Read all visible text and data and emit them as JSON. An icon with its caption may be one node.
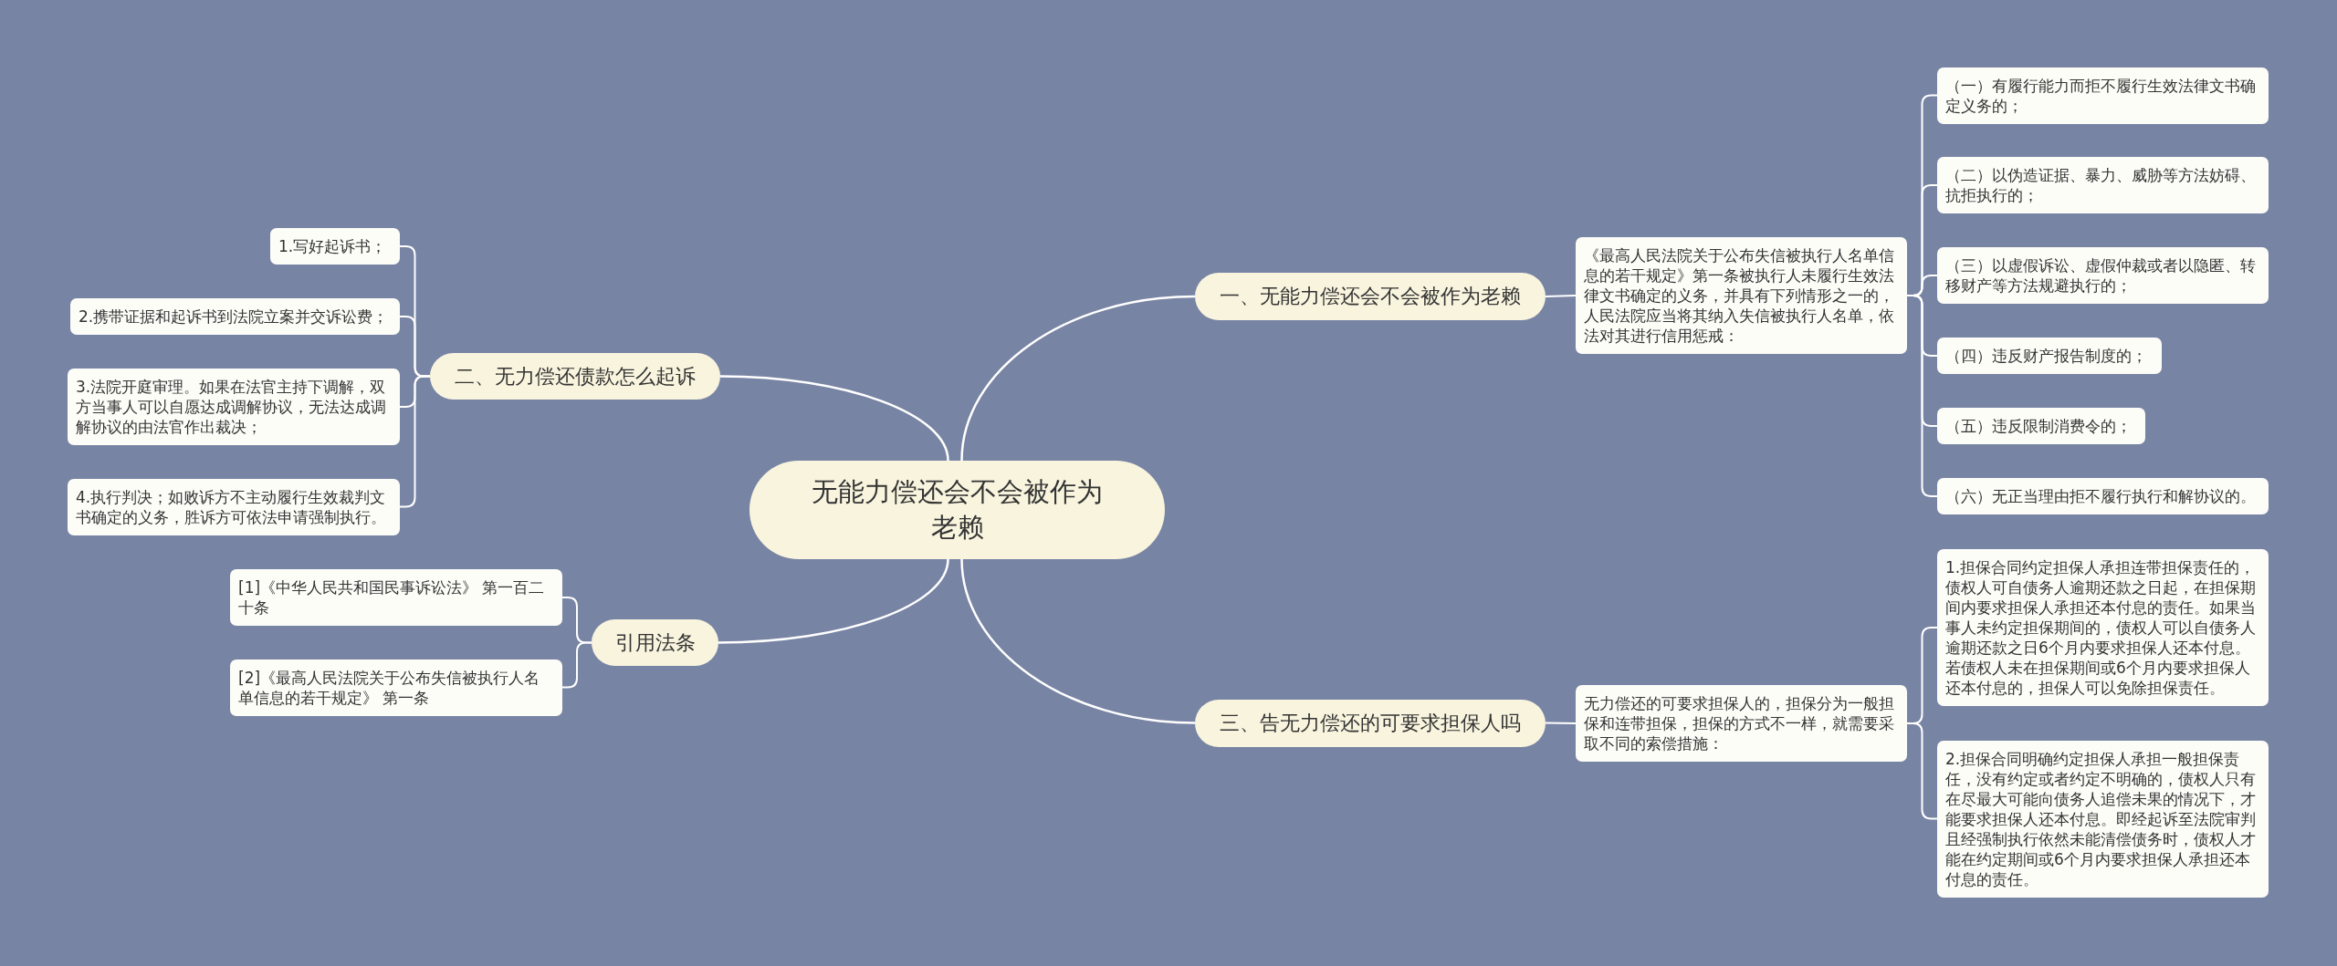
{
  "diagram": {
    "nodes": [
      {
        "text": [
          "无能力偿还会不会被作为老赖"
        ]
      },
      {
        "text": [
          "一、无能力偿还会不会被作为老赖"
        ]
      },
      {
        "text": [
          "《最高人民法院关于公布失信被执行人名单信息的若干规定》第一条被执行人未履行生效法律文书确定的义务，并具有下列情形之一的，人民法院应当将其纳入失信被执行人名单，依法对其进行信用惩戒："
        ]
      },
      {
        "text": [
          "（一）有履行能力而拒不履行生效法律文书确定义务的；"
        ]
      },
      {
        "text": [
          "（二）以伪造证据、暴力、威胁等方法妨碍、抗拒执行的；"
        ]
      },
      {
        "text": [
          "（三）以虚假诉讼、虚假仲裁或者以隐匿、转移财产等方法规避执行的；"
        ]
      },
      {
        "text": [
          "（四）违反财产报告制度的；"
        ]
      },
      {
        "text": [
          "（五）违反限制消费令的；"
        ]
      },
      {
        "text": [
          "（六）无正当理由拒不履行执行和解协议的。"
        ]
      },
      {
        "text": [
          "二、无力偿还债款怎么起诉"
        ]
      },
      {
        "text": [
          "1.写好起诉书；"
        ]
      },
      {
        "text": [
          "2.携带证据和起诉书到法院立案并交诉讼费；"
        ]
      },
      {
        "text": [
          "3.法院开庭审理。如果在法官主持下调解，双方当事人可以自愿达成调解协议，无法达成调解协议的由法官作出裁决；"
        ]
      },
      {
        "text": [
          "4.执行判决；如败诉方不主动履行生效裁判文书确定的义务，胜诉方可依法申请强制执行。"
        ]
      },
      {
        "text": [
          "引用法条"
        ]
      },
      {
        "text": [
          "[1]《中华人民共和国民事诉讼法》 第一百二十条"
        ]
      },
      {
        "text": [
          "[2]《最高人民法院关于公布失信被执行人名单信息的若干规定》 第一条"
        ]
      },
      {
        "text": [
          "三、告无力偿还的可要求担保人吗"
        ]
      },
      {
        "text": [
          "无力偿还的可要求担保人的，担保分为一般担保和连带担保，担保的方式不一样，就需要采取不同的索偿措施："
        ]
      },
      {
        "text": [
          "1.担保合同约定担保人承担连带担保责任的，债权人可自债务人逾期还款之日起，在担保期间内要求担保人承担还本付息的责任。如果当事人未约定担保期间的，债权人可以自债务人逾期还款之日6个月内要求担保人还本付息。若债权人未在担保期间或6个月内要求担保人还本付息的，担保人可以免除担保责任。"
        ]
      },
      {
        "text": [
          "2.担保合同明确约定担保人承担一般担保责任，没有约定或者约定不明确的，债权人只有在尽最大可能向债务人追偿未果的情况下，才能要求担保人还本付息。即经起诉至法院审判且经强制执行依然未能清偿债务时，债权人才能在约定期间或6个月内要求担保人承担还本付息的责任。"
        ]
      }
    ],
    "edges": [
      {
        "from": 0,
        "to": 1,
        "arrow": "none"
      },
      {
        "from": 1,
        "to": 2,
        "arrow": "none"
      },
      {
        "from": 2,
        "to": 3,
        "arrow": "none"
      },
      {
        "from": 2,
        "to": 4,
        "arrow": "none"
      },
      {
        "from": 2,
        "to": 5,
        "arrow": "none"
      },
      {
        "from": 2,
        "to": 6,
        "arrow": "none"
      },
      {
        "from": 2,
        "to": 7,
        "arrow": "none"
      },
      {
        "from": 2,
        "to": 8,
        "arrow": "none"
      },
      {
        "from": 0,
        "to": 9,
        "arrow": "none"
      },
      {
        "from": 9,
        "to": 10,
        "arrow": "none"
      },
      {
        "from": 9,
        "to": 11,
        "arrow": "none"
      },
      {
        "from": 9,
        "to": 12,
        "arrow": "none"
      },
      {
        "from": 9,
        "to": 13,
        "arrow": "none"
      },
      {
        "from": 0,
        "to": 14,
        "arrow": "none"
      },
      {
        "from": 14,
        "to": 15,
        "arrow": "none"
      },
      {
        "from": 14,
        "to": 16,
        "arrow": "none"
      },
      {
        "from": 0,
        "to": 17,
        "arrow": "none"
      },
      {
        "from": 17,
        "to": 18,
        "arrow": "none"
      },
      {
        "from": 18,
        "to": 19,
        "arrow": "none"
      },
      {
        "from": 18,
        "to": 20,
        "arrow": "none"
      }
    ]
  }
}
